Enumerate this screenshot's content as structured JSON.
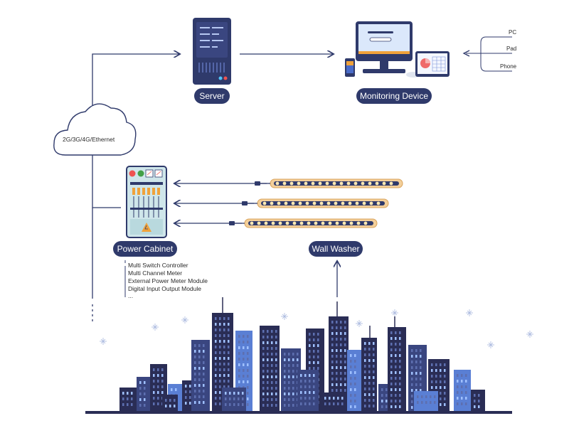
{
  "nodes": {
    "server": "Server",
    "monitoring": "Monitoring Device",
    "cloud": "2G/3G/4G/Ethernet",
    "power_cabinet": "Power Cabinet",
    "wall_washer": "Wall Washer"
  },
  "devices": [
    "PC",
    "Pad",
    "Phone"
  ],
  "modules": [
    "Multi Switch Controller",
    "Multi Channel Meter",
    "External Power Meter Module",
    "Digital Input Output Module",
    "..."
  ],
  "colors": {
    "navy": "#2f3a6b",
    "blue": "#4a6cc9",
    "orange": "#f0a23a",
    "panel": "#cfe6ea",
    "building_dark": "#2a2d55",
    "building_light": "#5a7fd4"
  }
}
